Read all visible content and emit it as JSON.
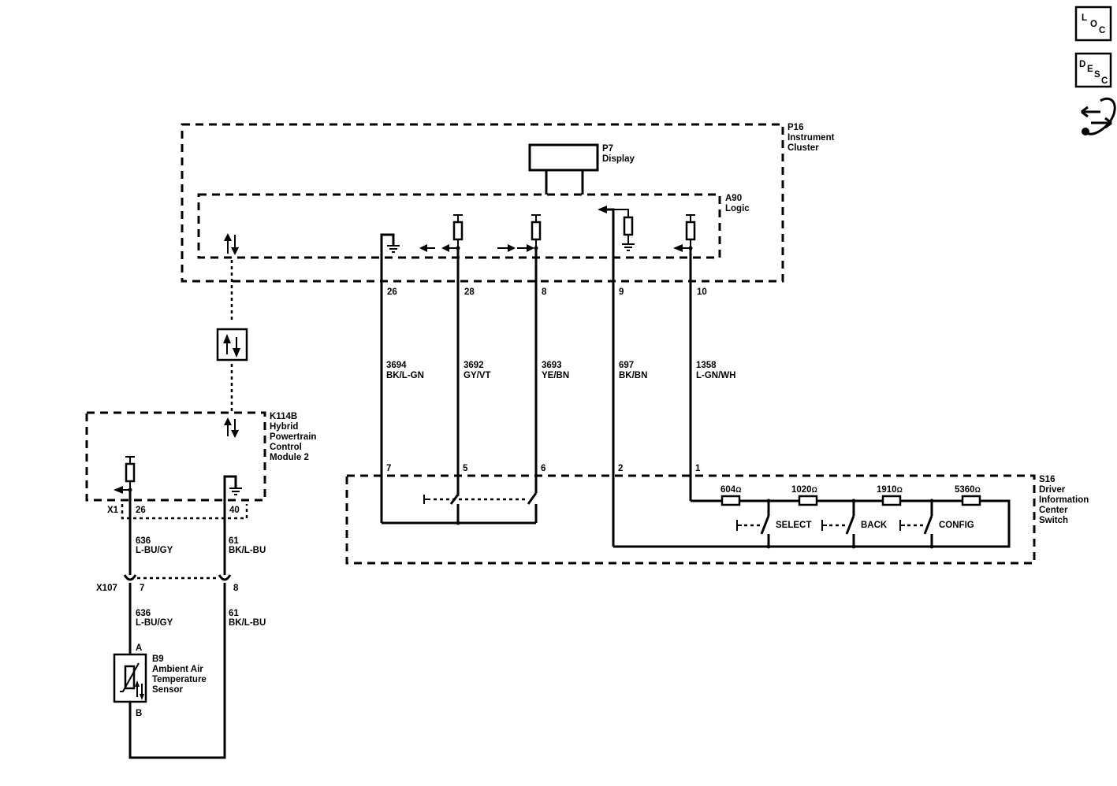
{
  "nav": {
    "loc": {
      "l": "L",
      "o": "O",
      "c": "C"
    },
    "desc": {
      "d": "D",
      "e": "E",
      "s": "S",
      "c": "C"
    }
  },
  "components": {
    "p16": [
      "P16",
      "Instrument",
      "Cluster"
    ],
    "p7": [
      "P7",
      "Display"
    ],
    "a90": [
      "A90",
      "Logic"
    ],
    "k114b": [
      "K114B",
      "Hybrid",
      "Powertrain",
      "Control",
      "Module 2"
    ],
    "s16": [
      "S16",
      "Driver",
      "Information",
      "Center",
      "Switch"
    ],
    "b9": [
      "B9",
      "Ambient Air",
      "Temperature",
      "Sensor"
    ]
  },
  "pins": {
    "cluster": [
      "26",
      "28",
      "8",
      "9",
      "10"
    ],
    "s16": [
      "7",
      "5",
      "6",
      "2",
      "1"
    ],
    "k114b_conn": "X1",
    "k114b": [
      "26",
      "40"
    ],
    "x107_conn": "X107",
    "x107": [
      "7",
      "8"
    ],
    "b9": [
      "A",
      "B"
    ]
  },
  "wires": {
    "w3694": [
      "3694",
      "BK/L-GN"
    ],
    "w3692": [
      "3692",
      "GY/VT"
    ],
    "w3693": [
      "3693",
      "YE/BN"
    ],
    "w697": [
      "697",
      "BK/BN"
    ],
    "w1358": [
      "1358",
      "L-GN/WH"
    ],
    "w636a": [
      "636",
      "L-BU/GY"
    ],
    "w61a": [
      "61",
      "BK/L-BU"
    ],
    "w636b": [
      "636",
      "L-BU/GY"
    ],
    "w61b": [
      "61",
      "BK/L-BU"
    ]
  },
  "resistors": [
    "604",
    "1020",
    "1910",
    "5360"
  ],
  "ohm": "Ω",
  "switches": [
    "SELECT",
    "BACK",
    "CONFIG"
  ]
}
